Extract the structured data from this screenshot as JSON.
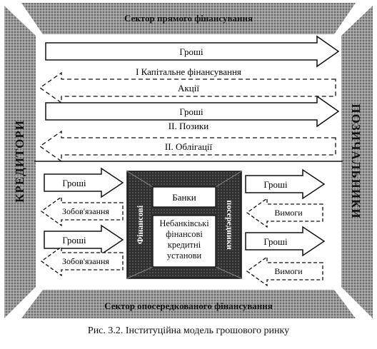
{
  "top_banner": "Сектор прямого фінансування",
  "bottom_banner": "Сектор опосередкованого фінансування",
  "left_side": "КРЕДИТОРИ",
  "right_side": "ПОЗИЧАЛЬНИКИ",
  "direct_flows": {
    "money1": "Гроші",
    "title_1": "І Капітальне фінансування",
    "shares": "Акції",
    "money2": "Гроші",
    "title_2": "ІІ. Позики",
    "bonds": "ІІ. Облігації"
  },
  "indirect_left": {
    "money1": "Гроші",
    "obligations1": "Зобов'язання",
    "money2": "Гроші",
    "obligations2": "Зобов'язання"
  },
  "indirect_right": {
    "money1": "Гроші",
    "claims1": "Вимоги",
    "money2": "Гроші",
    "claims2": "Вимоги"
  },
  "intermediaries": {
    "left_label": "Фінансові",
    "right_label": "посередники",
    "banks": "Банки",
    "nonbanks": "Небанківські фінансові кредитні установи"
  },
  "caption": "Рис. 3.2. Інституційна модель грошового ринку",
  "colors": {
    "frame": "#8a8a8a",
    "dark": "#2a2a2a",
    "stroke": "#111111"
  }
}
